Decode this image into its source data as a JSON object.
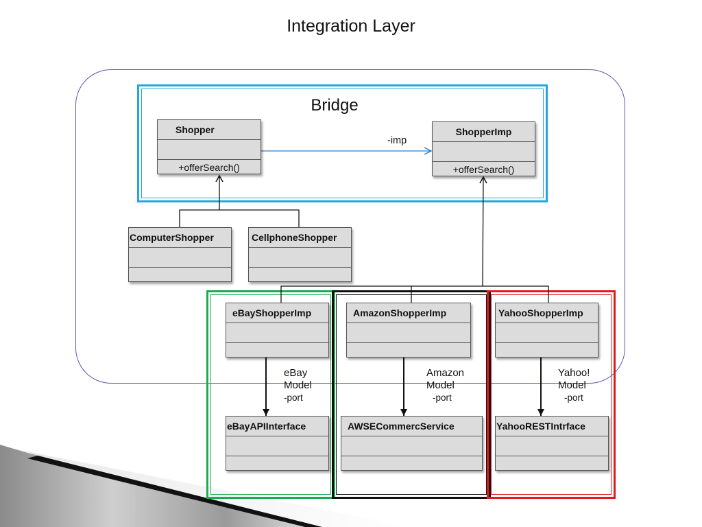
{
  "title": "Integration Layer",
  "bridge": {
    "title": "Bridge",
    "association_label": "-imp"
  },
  "classes": {
    "shopper": {
      "name": "Shopper",
      "operation": "+offerSearch()"
    },
    "shopper_imp": {
      "name": "ShopperImp",
      "operation": "+offerSearch()"
    },
    "computer_shopper": {
      "name": "ComputerShopper"
    },
    "cellphone_shopper": {
      "name": "CellphoneShopper"
    },
    "ebay_shopper_imp": {
      "name": "eBayShopperImp"
    },
    "amazon_shopper_imp": {
      "name": "AmazonShopperImp"
    },
    "yahoo_shopper_imp": {
      "name": "YahooShopperImp"
    },
    "ebay_api_interface": {
      "name": "eBayAPIInterface"
    },
    "awse_commerc_service": {
      "name": "AWSECommercService"
    },
    "yahoo_rest_interface": {
      "name": "YahooRESTIntrface"
    }
  },
  "models": {
    "ebay": {
      "line1": "eBay",
      "line2": "Model",
      "port": "-port"
    },
    "amazon": {
      "line1": "Amazon",
      "line2": "Model",
      "port": "-port"
    },
    "yahoo": {
      "line1": "Yahoo!",
      "line2": "Model",
      "port": "-port"
    }
  },
  "colors": {
    "outer_border": "#5b56b0",
    "bridge_frame": "#23a8dc",
    "ebay_frame": "#1daa4f",
    "amazon_frame": "#111111",
    "yahoo_frame": "#e01b1b",
    "class_fill": "#dcdcdc",
    "association_line": "#2a7fd4"
  }
}
